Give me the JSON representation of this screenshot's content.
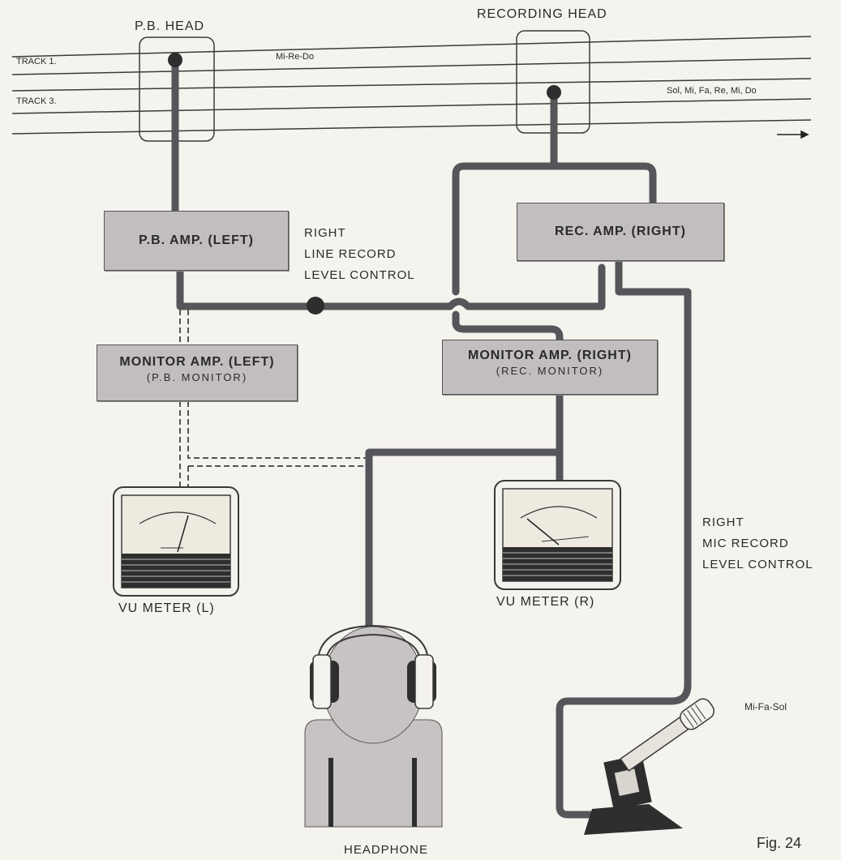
{
  "heads": {
    "pb_head": "P.B. HEAD",
    "recording_head": "RECORDING HEAD"
  },
  "tracks": {
    "track1": "TRACK 1.",
    "track3": "TRACK 3.",
    "track1_notes": "Mi-Re-Do",
    "track3_notes": "Sol, Mi, Fa, Re, Mi, Do"
  },
  "boxes": {
    "pb_amp_left": "P.B. AMP. (LEFT)",
    "rec_amp_right": "REC. AMP. (RIGHT)",
    "monitor_amp_left": "MONITOR AMP. (LEFT)",
    "monitor_amp_left_sub": "(P.B. MONITOR)",
    "monitor_amp_right": "MONITOR AMP. (RIGHT)",
    "monitor_amp_right_sub": "(REC. MONITOR)"
  },
  "controls": {
    "line_level": [
      "RIGHT",
      "LINE RECORD",
      "LEVEL CONTROL"
    ],
    "mic_level": [
      "RIGHT",
      "MIC RECORD",
      "LEVEL CONTROL"
    ]
  },
  "meters": {
    "left": "VU METER (L)",
    "right": "VU METER (R)"
  },
  "microphone": {
    "notes": "Mi-Fa-Sol"
  },
  "headphone": {
    "label": "HEADPHONE"
  },
  "figure": {
    "number": "Fig. 24"
  },
  "colors": {
    "background": "#f5f3ee",
    "box_fill": "#c2bebf",
    "wire": "#555659",
    "ink": "#2a2a2a"
  }
}
